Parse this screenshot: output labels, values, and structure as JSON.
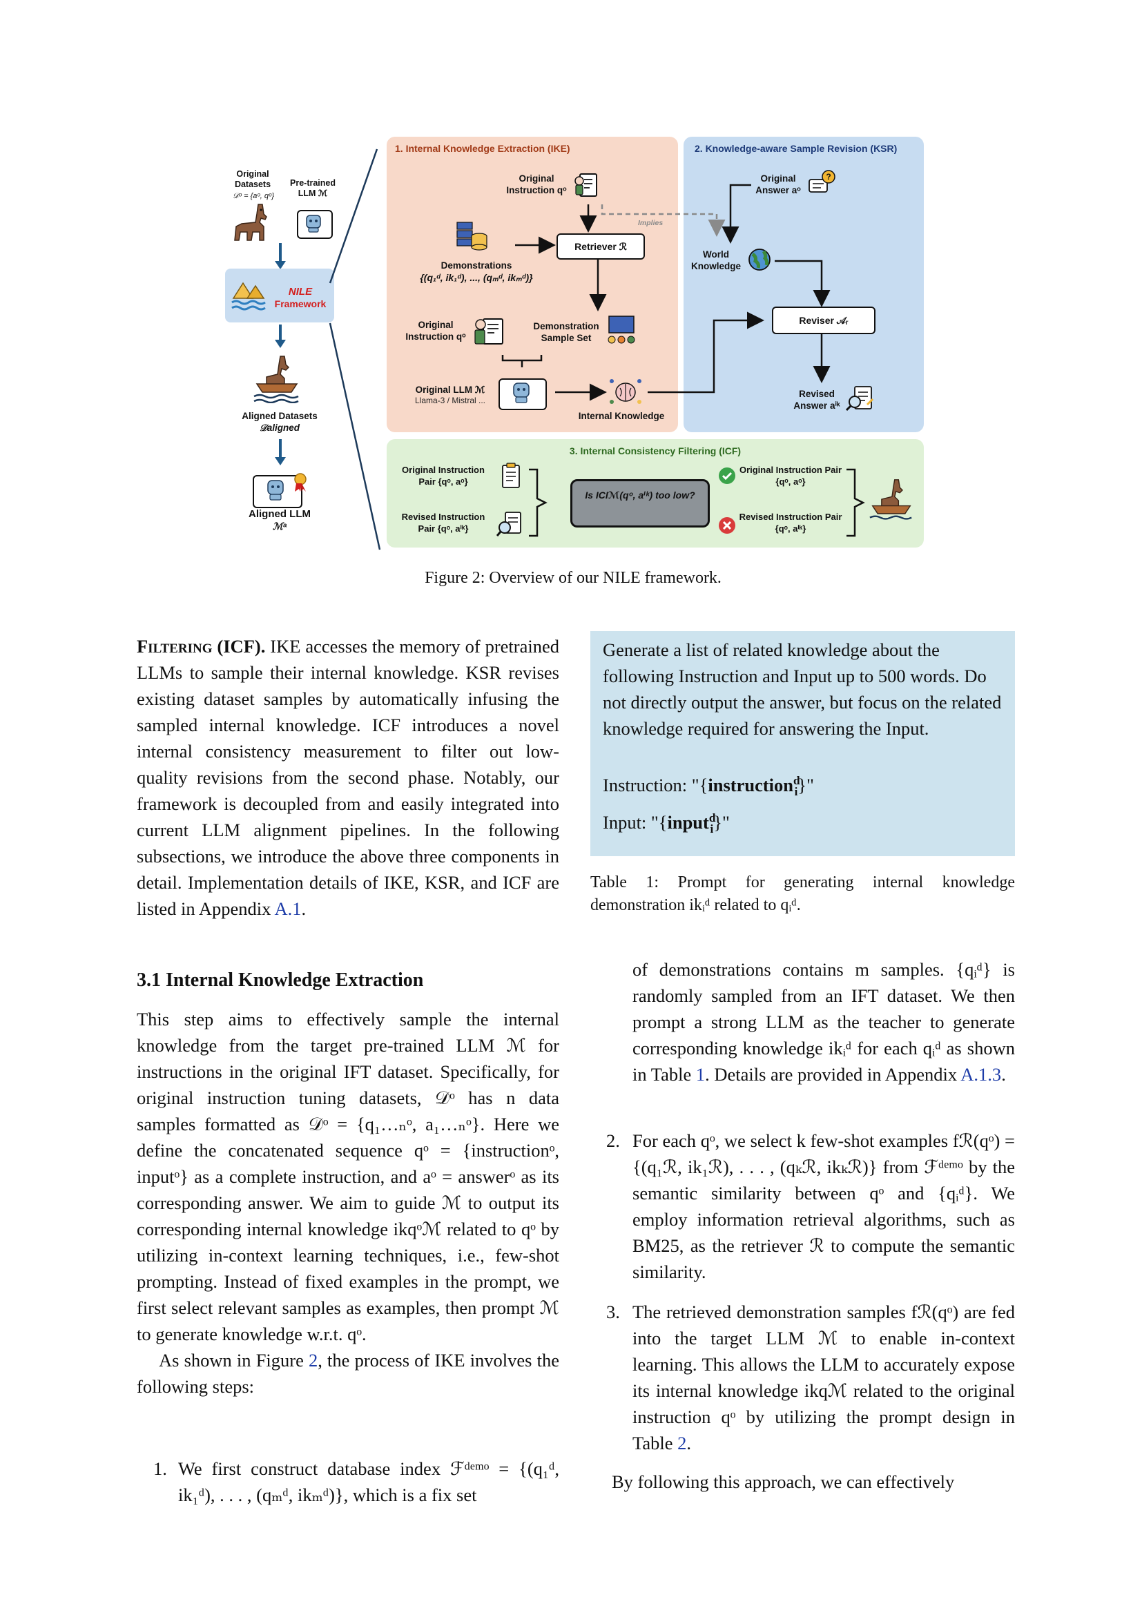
{
  "figure": {
    "left": {
      "original_datasets_label": "Original Datasets",
      "original_datasets_formula": "𝒟ᵒ = {aᵒ, qᵒ}",
      "pretrained_label": "Pre-trained LLM ℳ",
      "nile_title": "NILE",
      "nile_sub": "Framework",
      "aligned_datasets_label": "Aligned Datasets",
      "aligned_datasets_formula": "𝒟aligned",
      "aligned_llm_label": "Aligned LLM",
      "aligned_llm_formula": "ℳᵃ"
    },
    "ike": {
      "title": "1. Internal Knowledge Extraction (IKE)",
      "original_instruction": "Original Instruction qᵒ",
      "retriever": "Retriever ℛ",
      "implies": "Implies",
      "demonstrations": "Demonstrations",
      "demonstrations_formula": "{(q₁ᵈ, ik₁ᵈ), ..., (qₘᵈ, ikₘᵈ)}",
      "original_instruction_2": "Original Instruction qᵒ",
      "demo_sample_set": "Demonstration Sample Set",
      "original_llm": "Original LLM ℳ",
      "original_llm_sub": "Llama-3 / Mistral ...",
      "internal_knowledge": "Internal Knowledge"
    },
    "ksr": {
      "title": "2. Knowledge-aware Sample Revision (KSR)",
      "original_answer": "Original Answer aᵒ",
      "world_knowledge": "World Knowledge",
      "reviser": "Reviser 𝒜ᵣ",
      "revised_answer": "Revised Answer aⁱᵏ"
    },
    "icf": {
      "title": "3. Internal Consistency Filtering (ICF)",
      "orig_pair": "Original Instruction Pair {qᵒ, aᵒ}",
      "rev_pair": "Revised Instruction Pair {qᵒ, aⁱᵏ}",
      "question": "Is ICIℳ(qᵒ, aⁱᵏ) too low?",
      "orig_pair_right": "Original Instruction Pair {qᵒ, aᵒ}",
      "rev_pair_right": "Revised Instruction Pair {qᵒ, aⁱᵏ}"
    },
    "caption": "Figure 2: Overview of our NILE framework."
  },
  "left_column": {
    "intro_lead": "Filtering (ICF).",
    "intro_text": " IKE accesses the memory of pretrained LLMs to sample their internal knowledge. KSR revises existing dataset samples by automatically infusing the sampled internal knowledge. ICF introduces a novel internal consistency measurement to filter out low-quality revisions from the second phase. Notably, our framework is decoupled from and easily integrated into current LLM alignment pipelines. In the following subsections, we introduce the above three components in detail. Implementation details of IKE, KSR, and ICF are listed in Appendix ",
    "intro_link": "A.1",
    "section_title": "3.1   Internal Knowledge Extraction",
    "p1": "This step aims to effectively sample the internal knowledge from the target pre-trained LLM ℳ for instructions in the original IFT dataset. Specifically, for original instruction tuning datasets, 𝒟ᵒ has n data samples formatted as 𝒟ᵒ = {q₁…ₙᵒ, a₁…ₙᵒ}. Here we define the concatenated sequence qᵒ = {instructionᵒ, inputᵒ} as a complete instruction, and aᵒ = answerᵒ as its corresponding answer. We aim to guide ℳ to output its corresponding internal knowledge ikqᵒℳ related to qᵒ by utilizing in-context learning techniques, i.e., few-shot prompting. Instead of fixed examples in the prompt, we first select relevant samples as examples, then prompt ℳ to generate knowledge w.r.t. qᵒ.",
    "p2_a": "As shown in Figure ",
    "p2_link": "2",
    "p2_b": ", the process of IKE involves the following steps:",
    "step1_num": "1.",
    "step1": "We first construct database index ℱᵈᵉᵐᵒ = {(q₁ᵈ, ik₁ᵈ), . . . , (qₘᵈ, ikₘᵈ)}, which is a fix set"
  },
  "right_column": {
    "prompt_lines": [
      "Generate a list of related knowledge about the following Instruction and Input up to 500 words. Do not directly output the answer, but focus on the related knowledge required for answering the Input."
    ],
    "prompt_instruction_label": "Instruction: \"{",
    "prompt_instruction_var": "instruction",
    "prompt_input_label": "Input: \"{",
    "prompt_input_var": "input",
    "table_caption": "Table 1:  Prompt for generating internal knowledge demonstration ikᵢᵈ related to qᵢᵈ.",
    "step1_cont_a": "of demonstrations contains m samples. {qᵢᵈ} is randomly sampled from an IFT dataset. We then prompt a strong LLM as the teacher to generate corresponding knowledge ikᵢᵈ for each qᵢᵈ as shown in Table ",
    "step1_cont_link1": "1",
    "step1_cont_b": ". Details are provided in Appendix ",
    "step1_cont_link2": "A.1.3",
    "step1_cont_c": ".",
    "step2_num": "2.",
    "step2": "For each qᵒ, we select k few-shot examples fℛ(qᵒ) = {(q₁ℛ, ik₁ℛ), . . . , (qₖℛ, ikₖℛ)} from ℱᵈᵉᵐᵒ by the semantic similarity between qᵒ and {qᵢᵈ}. We employ information retrieval algorithms, such as BM25, as the retriever ℛ to compute the semantic similarity.",
    "step3_num": "3.",
    "step3_a": "The retrieved demonstration samples fℛ(qᵒ) are fed into the target LLM ℳ to enable in-context learning. This allows the LLM to accurately expose its internal knowledge ikqℳ related to the original instruction qᵒ by utilizing the prompt design in Table ",
    "step3_link": "2",
    "step3_b": ".",
    "closing": "By following this approach, we can effectively"
  },
  "colors": {
    "ike_bg": "#f8d9c9",
    "ksr_bg": "#c7dcf1",
    "icf_bg": "#dff1d6",
    "nile_red": "#d3201f",
    "link": "#1d3ca8",
    "prompt_bg": "#cde3ee"
  }
}
